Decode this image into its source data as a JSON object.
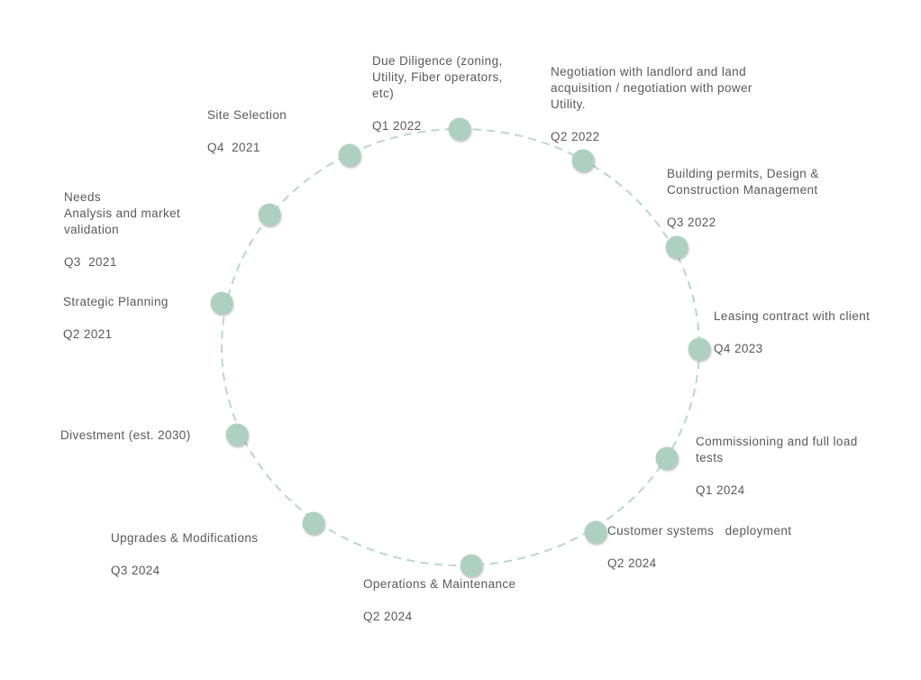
{
  "diagram": {
    "type": "circular-timeline",
    "title": "",
    "dot_color": "#aed0c2",
    "ring_color": "#b9d7cb",
    "text_color": "#595959"
  },
  "milestones": [
    {
      "label": "Strategic Planning",
      "date": "Q2 2021"
    },
    {
      "label": "Needs\nAnalysis and market\nvalidation",
      "date": "Q3  2021"
    },
    {
      "label": "Site Selection",
      "date": "Q4  2021"
    },
    {
      "label": "Due Diligence (zoning,\nUtility, Fiber operators,\netc)",
      "date": "Q1 2022"
    },
    {
      "label": "Negotiation with landlord and land\nacquisition / negotiation with power\nUtility.",
      "date": "Q2 2022"
    },
    {
      "label": "Building permits, Design &\nConstruction Management",
      "date": "Q3 2022"
    },
    {
      "label": "Leasing contract with client",
      "date": "Q4 2023"
    },
    {
      "label": "Commissioning and full load\ntests",
      "date": "Q1 2024"
    },
    {
      "label": "Customer systems   deployment",
      "date": "Q2 2024"
    },
    {
      "label": "Operations & Maintenance",
      "date": "Q2 2024"
    },
    {
      "label": "Upgrades & Modifications",
      "date": "Q3 2024"
    },
    {
      "label": "Divestment (est. 2030)",
      "date": ""
    }
  ]
}
